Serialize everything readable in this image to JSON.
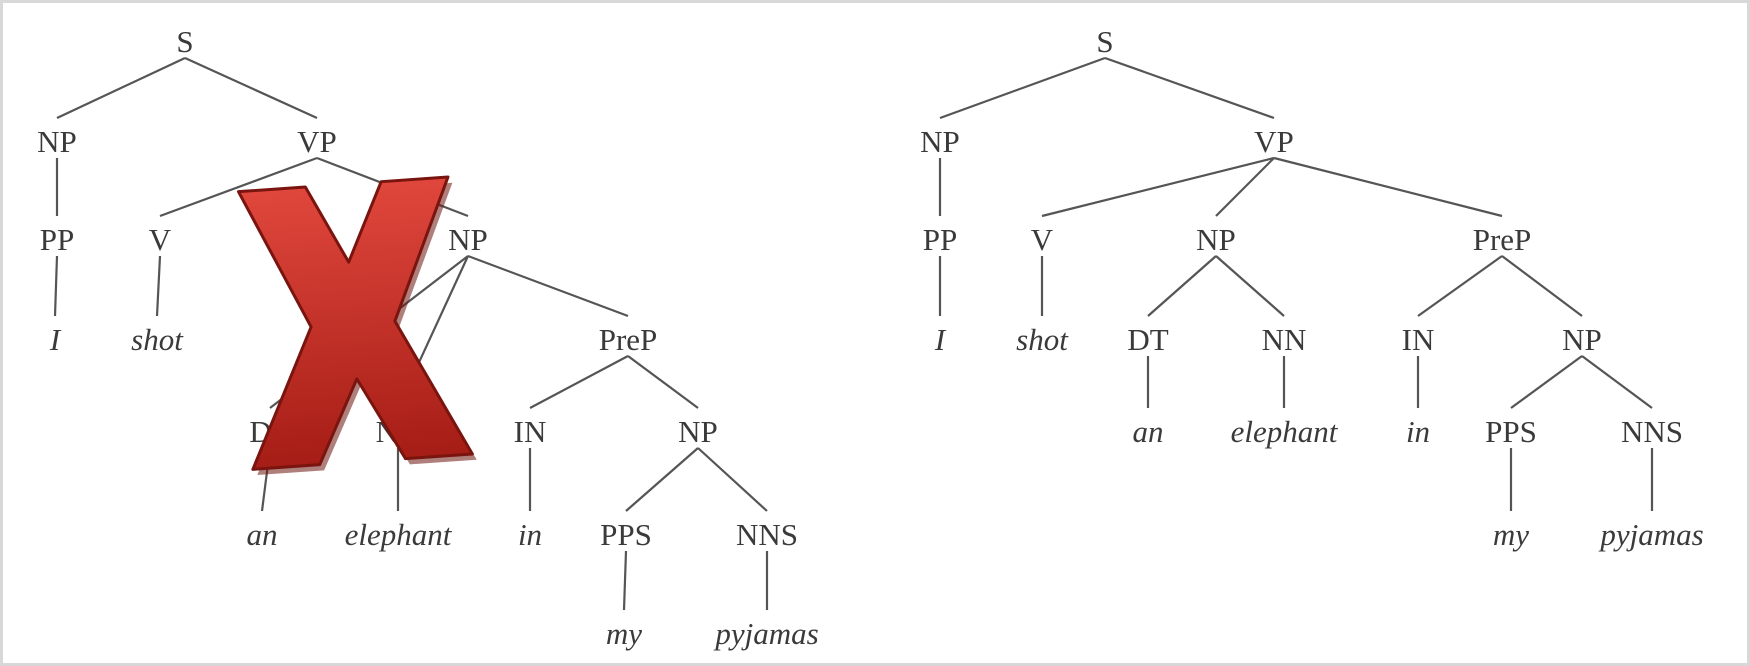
{
  "trees": [
    {
      "id": "left",
      "status": "incorrect",
      "nodes": [
        {
          "id": "S",
          "label": "S",
          "type": "tag"
        },
        {
          "id": "NP1",
          "label": "NP",
          "type": "tag"
        },
        {
          "id": "VP",
          "label": "VP",
          "type": "tag"
        },
        {
          "id": "PP1",
          "label": "PP",
          "type": "tag"
        },
        {
          "id": "V",
          "label": "V",
          "type": "tag"
        },
        {
          "id": "NP2",
          "label": "NP",
          "type": "tag"
        },
        {
          "id": "w_I",
          "label": "I",
          "type": "word"
        },
        {
          "id": "w_shot",
          "label": "shot",
          "type": "word"
        },
        {
          "id": "DT",
          "label": "DT",
          "type": "tag"
        },
        {
          "id": "NN",
          "label": "NN",
          "type": "tag"
        },
        {
          "id": "PreP",
          "label": "PreP",
          "type": "tag"
        },
        {
          "id": "IN",
          "label": "IN",
          "type": "tag"
        },
        {
          "id": "NP3",
          "label": "NP",
          "type": "tag"
        },
        {
          "id": "w_an",
          "label": "an",
          "type": "word"
        },
        {
          "id": "w_elephant",
          "label": "elephant",
          "type": "word"
        },
        {
          "id": "w_in",
          "label": "in",
          "type": "word"
        },
        {
          "id": "PPS",
          "label": "PPS",
          "type": "tag"
        },
        {
          "id": "NNS",
          "label": "NNS",
          "type": "tag"
        },
        {
          "id": "w_my",
          "label": "my",
          "type": "word"
        },
        {
          "id": "w_pyjamas",
          "label": "pyjamas",
          "type": "word"
        }
      ],
      "edges": [
        [
          "S",
          "NP1"
        ],
        [
          "S",
          "VP"
        ],
        [
          "NP1",
          "PP1"
        ],
        [
          "PP1",
          "w_I"
        ],
        [
          "VP",
          "V"
        ],
        [
          "VP",
          "NP2"
        ],
        [
          "V",
          "w_shot"
        ],
        [
          "NP2",
          "DT"
        ],
        [
          "NP2",
          "NN"
        ],
        [
          "NP2",
          "PreP"
        ],
        [
          "DT",
          "w_an"
        ],
        [
          "NN",
          "w_elephant"
        ],
        [
          "PreP",
          "IN"
        ],
        [
          "PreP",
          "NP3"
        ],
        [
          "IN",
          "w_in"
        ],
        [
          "NP3",
          "PPS"
        ],
        [
          "NP3",
          "NNS"
        ],
        [
          "PPS",
          "w_my"
        ],
        [
          "NNS",
          "w_pyjamas"
        ]
      ]
    },
    {
      "id": "right",
      "status": "correct",
      "nodes": [
        {
          "id": "S",
          "label": "S",
          "type": "tag"
        },
        {
          "id": "NP1",
          "label": "NP",
          "type": "tag"
        },
        {
          "id": "VP",
          "label": "VP",
          "type": "tag"
        },
        {
          "id": "PP1",
          "label": "PP",
          "type": "tag"
        },
        {
          "id": "V",
          "label": "V",
          "type": "tag"
        },
        {
          "id": "NP2",
          "label": "NP",
          "type": "tag"
        },
        {
          "id": "PreP",
          "label": "PreP",
          "type": "tag"
        },
        {
          "id": "w_I",
          "label": "I",
          "type": "word"
        },
        {
          "id": "w_shot",
          "label": "shot",
          "type": "word"
        },
        {
          "id": "DT",
          "label": "DT",
          "type": "tag"
        },
        {
          "id": "NN",
          "label": "NN",
          "type": "tag"
        },
        {
          "id": "IN",
          "label": "IN",
          "type": "tag"
        },
        {
          "id": "NP3",
          "label": "NP",
          "type": "tag"
        },
        {
          "id": "w_an",
          "label": "an",
          "type": "word"
        },
        {
          "id": "w_elephant",
          "label": "elephant",
          "type": "word"
        },
        {
          "id": "w_in",
          "label": "in",
          "type": "word"
        },
        {
          "id": "PPS",
          "label": "PPS",
          "type": "tag"
        },
        {
          "id": "NNS",
          "label": "NNS",
          "type": "tag"
        },
        {
          "id": "w_my",
          "label": "my",
          "type": "word"
        },
        {
          "id": "w_pyjamas",
          "label": "pyjamas",
          "type": "word"
        }
      ],
      "edges": [
        [
          "S",
          "NP1"
        ],
        [
          "S",
          "VP"
        ],
        [
          "NP1",
          "PP1"
        ],
        [
          "PP1",
          "w_I"
        ],
        [
          "VP",
          "V"
        ],
        [
          "VP",
          "NP2"
        ],
        [
          "VP",
          "PreP"
        ],
        [
          "V",
          "w_shot"
        ],
        [
          "NP2",
          "DT"
        ],
        [
          "NP2",
          "NN"
        ],
        [
          "DT",
          "w_an"
        ],
        [
          "NN",
          "w_elephant"
        ],
        [
          "PreP",
          "IN"
        ],
        [
          "PreP",
          "NP3"
        ],
        [
          "IN",
          "w_in"
        ],
        [
          "NP3",
          "PPS"
        ],
        [
          "NP3",
          "NNS"
        ],
        [
          "PPS",
          "w_my"
        ],
        [
          "NNS",
          "w_pyjamas"
        ]
      ]
    }
  ],
  "wrong_mark": {
    "icon": "cross-icon",
    "fill": "#c0281f",
    "highlight": "#e0473c",
    "shadow": "#6e1510"
  }
}
